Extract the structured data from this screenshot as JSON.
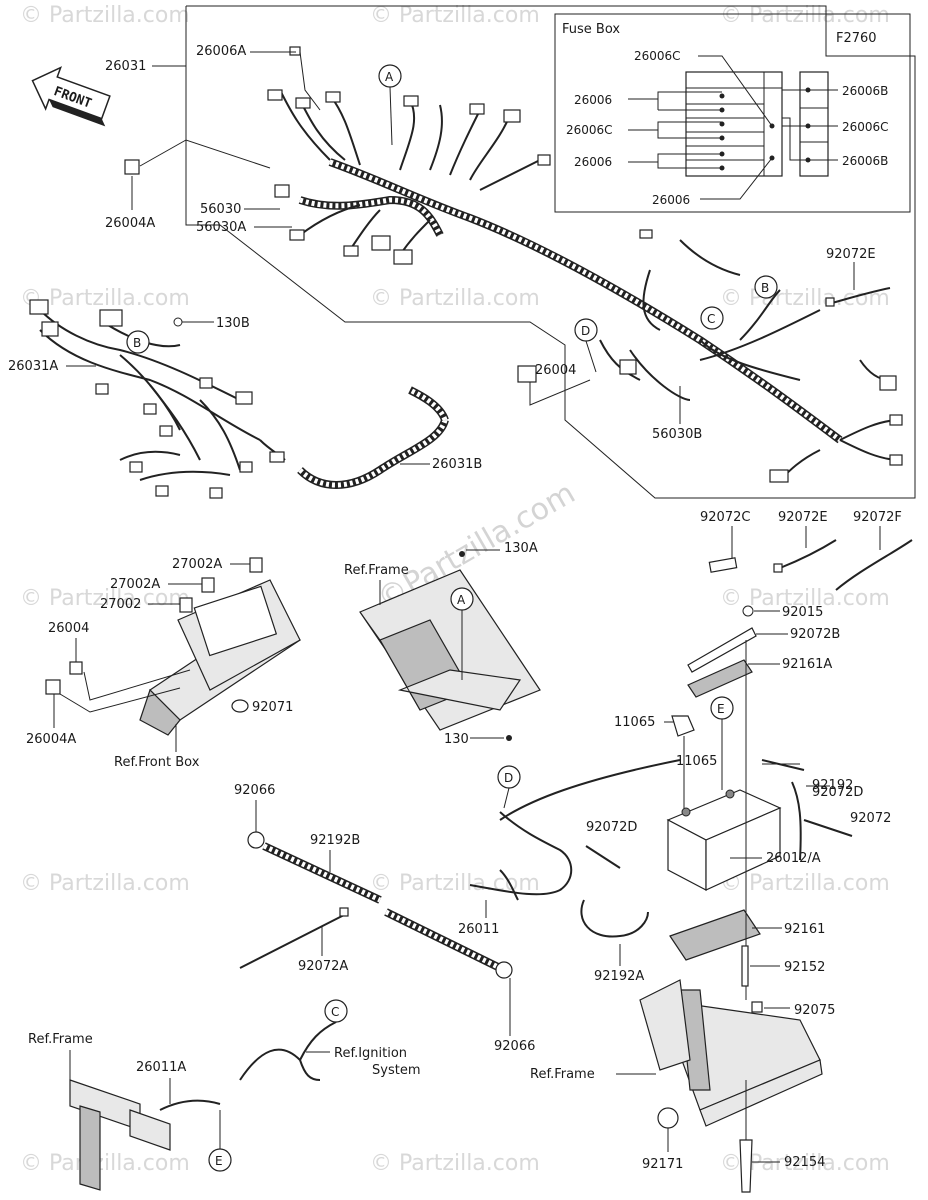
{
  "diagram_code": "F2760",
  "fuse_box": {
    "title": "Fuse Box",
    "labels": [
      "26006C",
      "26006",
      "26006C",
      "26006",
      "26006",
      "26006B",
      "26006C",
      "26006B"
    ]
  },
  "front_sign": "FRONT",
  "callouts": {
    "A": "A",
    "B": "B",
    "C": "C",
    "D": "D",
    "E": "E"
  },
  "parts": {
    "p26031": "26031",
    "p26006A": "26006A",
    "p26004A_top": "26004A",
    "p56030": "56030",
    "p56030A": "56030A",
    "p92072E_top": "92072E",
    "p130B": "130B",
    "p26031A": "26031A",
    "p26004": "26004",
    "p56030B": "56030B",
    "p26031B": "26031B",
    "p92072C": "92072C",
    "p92072E": "92072E",
    "p92072F": "92072F",
    "p27002A_1": "27002A",
    "p27002A_2": "27002A",
    "p27002": "27002",
    "p130A": "130A",
    "p26004_mid": "26004",
    "p26004A_mid": "26004A",
    "p92071": "92071",
    "p92015": "92015",
    "p92072B": "92072B",
    "p92161A": "92161A",
    "p11065": "11065",
    "p130": "130",
    "p92072D_r": "92072D",
    "p92192": "92192",
    "p92072": "92072",
    "p92072D_m": "92072D",
    "p26012A": "26012/A",
    "p26011": "26011",
    "p92192A": "92192A",
    "p92161": "92161",
    "p92152": "92152",
    "p92075": "92075",
    "p92066_top": "92066",
    "p92192B": "92192B",
    "p92072A": "92072A",
    "p92066_bot": "92066",
    "p26011A": "26011A",
    "p92171": "92171",
    "p92154": "92154"
  },
  "refs": {
    "ref_frame_mid": "Ref.Frame",
    "ref_front_box": "Ref.Front Box",
    "ref_frame_left": "Ref.Frame",
    "ref_ignition_1": "Ref.Ignition",
    "ref_ignition_2": "System",
    "ref_frame_right": "Ref.Frame"
  },
  "watermarks": {
    "brand": "© Partzilla.com",
    "brand_big": "©Partzilla.com"
  }
}
